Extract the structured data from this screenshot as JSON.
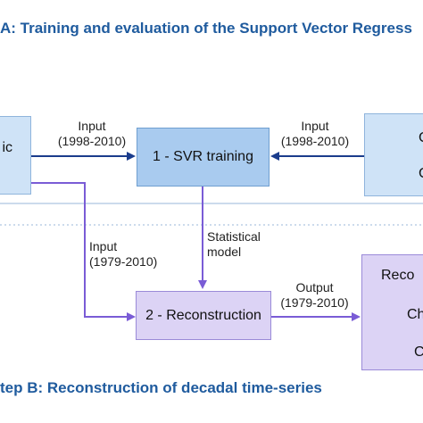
{
  "step_a_title": "A: Training and evaluation of the Support Vector Regress",
  "step_b_title": "tep B: Reconstruction of decadal time-series",
  "left_box_fragment": "ic",
  "svr_box": "1 - SVR training",
  "recon_box": "2 - Reconstruction",
  "right_top_box_fragments": [
    "C",
    "C"
  ],
  "right_bottom_box_fragments": [
    "Reco",
    "Ch",
    "C"
  ],
  "input_left_label": [
    "Input",
    "(1998-2010)"
  ],
  "input_right_label": [
    "Input",
    "(1998-2010)"
  ],
  "input_long_label": [
    "Input",
    "(1979-2010)"
  ],
  "statistical_model_label": [
    "Statistical",
    "model"
  ],
  "output_label": [
    "Output",
    "(1979-2010)"
  ],
  "colors": {
    "title": "#1f5b9e",
    "svr_box": "#a9cbef",
    "side_box": "#cfe3f7",
    "recon_box": "#dcd3f5",
    "arrow_blue": "#1a3c8c",
    "arrow_purple": "#7a5cd6",
    "separator": "#9ab7d8"
  }
}
